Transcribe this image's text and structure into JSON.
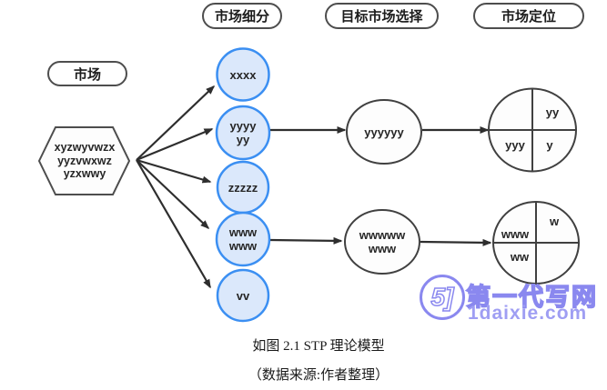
{
  "diagram": {
    "column_headers": {
      "segmentation": "市场细分",
      "targeting": "目标市场选择",
      "positioning": "市场定位"
    },
    "market_label": "市场",
    "hexagon_text": "xyzwyvwzx\nyyzvwxwz\nyzxwwy",
    "segments": [
      {
        "label": "xxxx"
      },
      {
        "label": "yyyy\nyy"
      },
      {
        "label": "zzzzz"
      },
      {
        "label": "www\nwww"
      },
      {
        "label": "vv"
      }
    ],
    "targets": [
      {
        "label": "yyyyyy"
      },
      {
        "label": "wwwww\nwww"
      }
    ],
    "positioning_circles": [
      {
        "top_left": "",
        "top_right": "yy",
        "bottom_left": "yyy",
        "bottom_right": "y"
      },
      {
        "top_left": "www",
        "top_right": "w",
        "bottom_left": "ww",
        "bottom_right": ""
      }
    ],
    "colors": {
      "segment_fill": "#dbe8fb",
      "segment_stroke": "#3b8ff2",
      "shape_stroke": "#404040",
      "arrow_color": "#2e2e2e"
    }
  },
  "caption": {
    "line1": "如图 2.1 STP 理论模型",
    "line2": "（数据来源:作者整理）"
  },
  "watermark": {
    "logo_glyph": "5]",
    "site_name": "第一代写网",
    "site_url": "1daixie.com",
    "color": "#8a88ef"
  }
}
